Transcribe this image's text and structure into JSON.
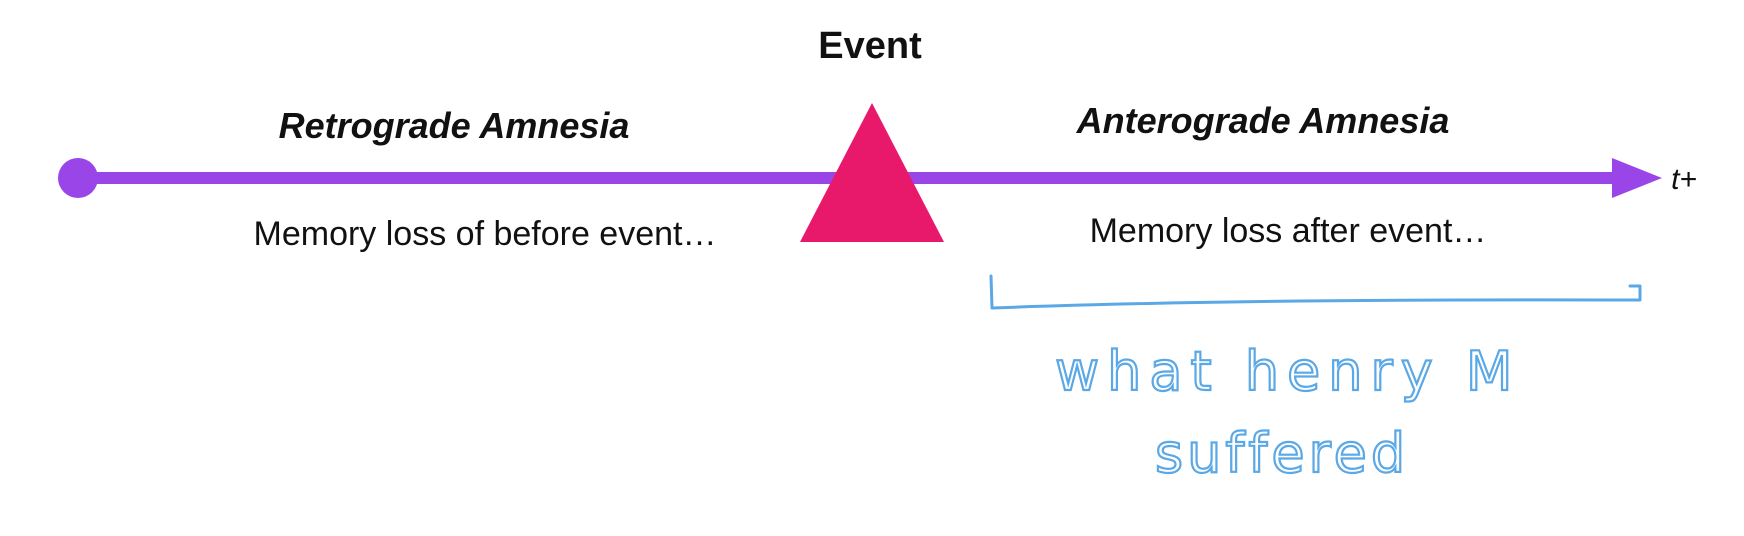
{
  "diagram": {
    "event_label": "Event",
    "left_heading": "Retrograde Amnesia",
    "left_description": "Memory loss of before event…",
    "right_heading": "Anterograde Amnesia",
    "right_description": "Memory loss after event…",
    "axis_label": "t+"
  },
  "annotation": {
    "line1": "what henry M",
    "line2": "suffered"
  },
  "colors": {
    "timeline": "#9a45e8",
    "event_marker": "#e8196a",
    "handwriting": "#5aa8e6",
    "text": "#111111"
  }
}
